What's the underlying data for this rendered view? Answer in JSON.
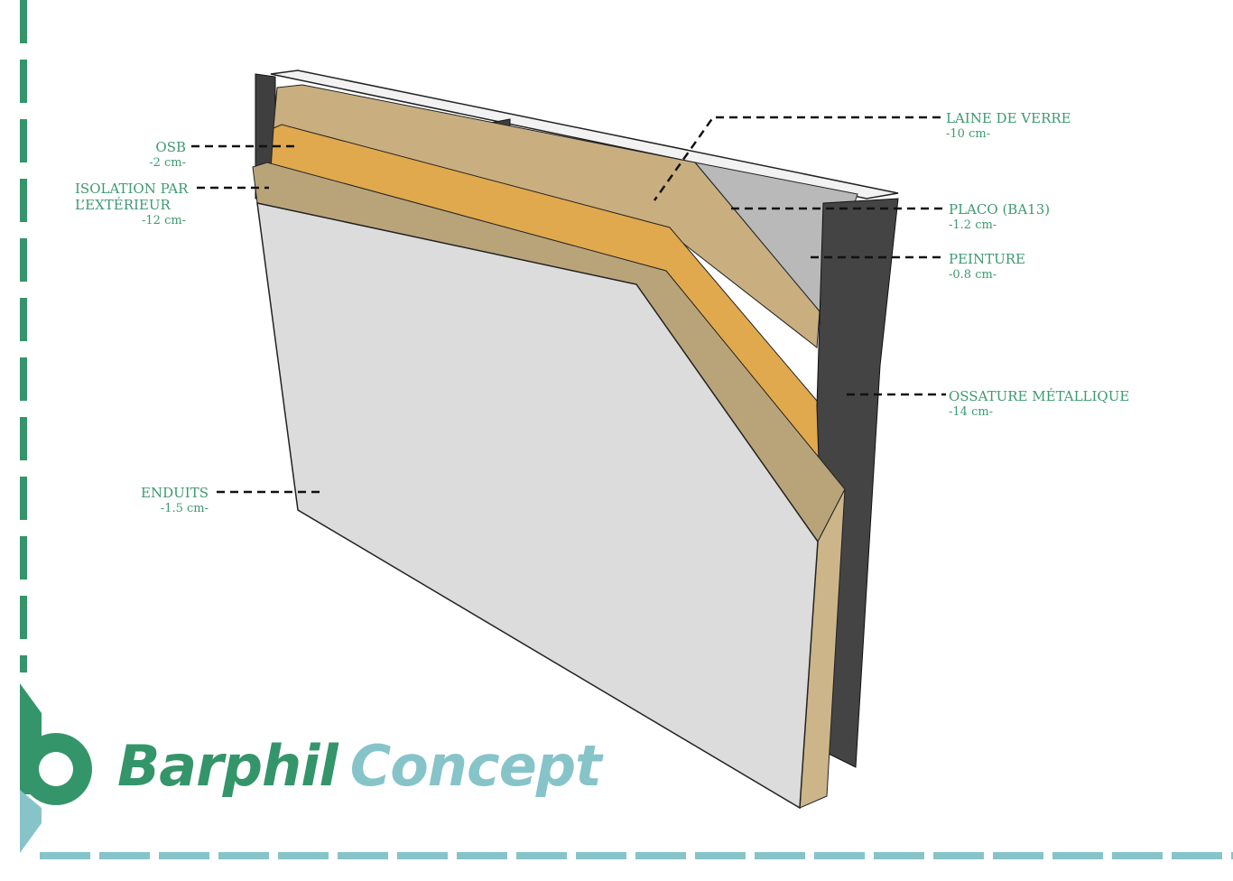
{
  "labels": {
    "osb": {
      "title": "OSB",
      "size": "-2 cm-"
    },
    "isolation": {
      "title_line1": "ISOLATION PAR",
      "title_line2": "L’EXTÉRIEUR",
      "size": "-12 cm-"
    },
    "enduits": {
      "title": "ENDUITS",
      "size": "-1.5 cm-"
    },
    "laine": {
      "title": "LAINE DE VERRE",
      "size": "-10 cm-"
    },
    "placo": {
      "title": "PLACO",
      "note": "(BA13)",
      "size": "-1.2 cm-"
    },
    "peinture": {
      "title": "PEINTURE",
      "size": "-0.8 cm-"
    },
    "ossature": {
      "title": "OSSATURE MÉTALLIQUE",
      "size": "-14 cm-"
    }
  },
  "logo": {
    "word1": "Barphil",
    "word2": "Concept"
  },
  "colors": {
    "green": "#34956a",
    "teal": "#86c4c9",
    "label": "#3d9a70"
  }
}
